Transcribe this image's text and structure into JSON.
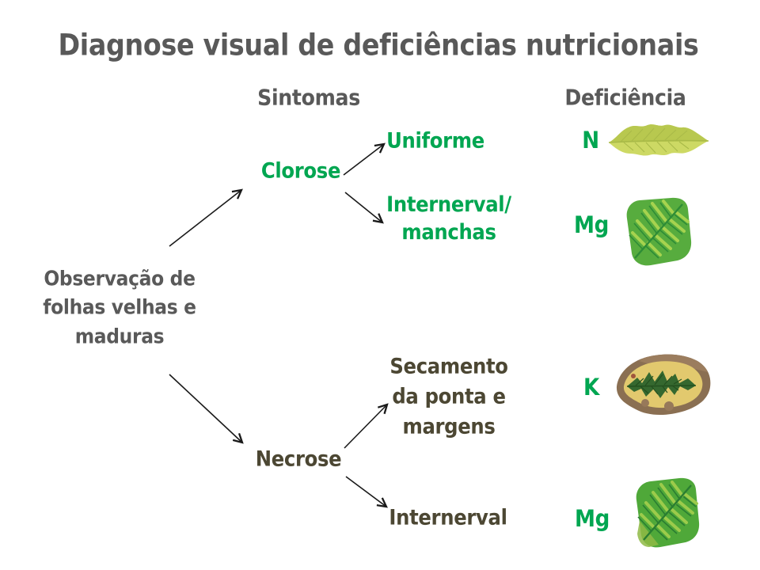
{
  "title": "Diagnose visual de deficiências nutricionais",
  "columns": {
    "symptoms": "Sintomas",
    "deficiency": "Deficiência"
  },
  "root": {
    "lines": [
      "Observação de",
      "folhas velhas e",
      "maduras"
    ]
  },
  "tree": {
    "clorose": {
      "label": "Clorose",
      "children": {
        "uniforme": {
          "label": "Uniforme"
        },
        "internerval_manchas": {
          "lines": [
            "Internerval/",
            "manchas"
          ]
        }
      }
    },
    "necrose": {
      "label": "Necrose",
      "children": {
        "secamento": {
          "lines": [
            "Secamento",
            "da ponta e",
            "margens"
          ]
        },
        "internerval": {
          "label": "Internerval"
        }
      }
    }
  },
  "deficiencies": [
    {
      "element": "N",
      "leaf_icon": "nitrogen-uniform-chlorosis-leaf-icon"
    },
    {
      "element": "Mg",
      "leaf_icon": "magnesium-interveinal-chlorosis-leaf-icon"
    },
    {
      "element": "K",
      "leaf_icon": "potassium-marginal-scorch-leaf-icon"
    },
    {
      "element": "Mg",
      "leaf_icon": "magnesium-interveinal-chlorosis-leaf-icon"
    }
  ],
  "colors": {
    "heading_gray": "#595959",
    "chlorosis_green": "#00a651",
    "necrosis_olive": "#4c4733",
    "arrow_black": "#1a1a1a",
    "background": "#ffffff"
  }
}
